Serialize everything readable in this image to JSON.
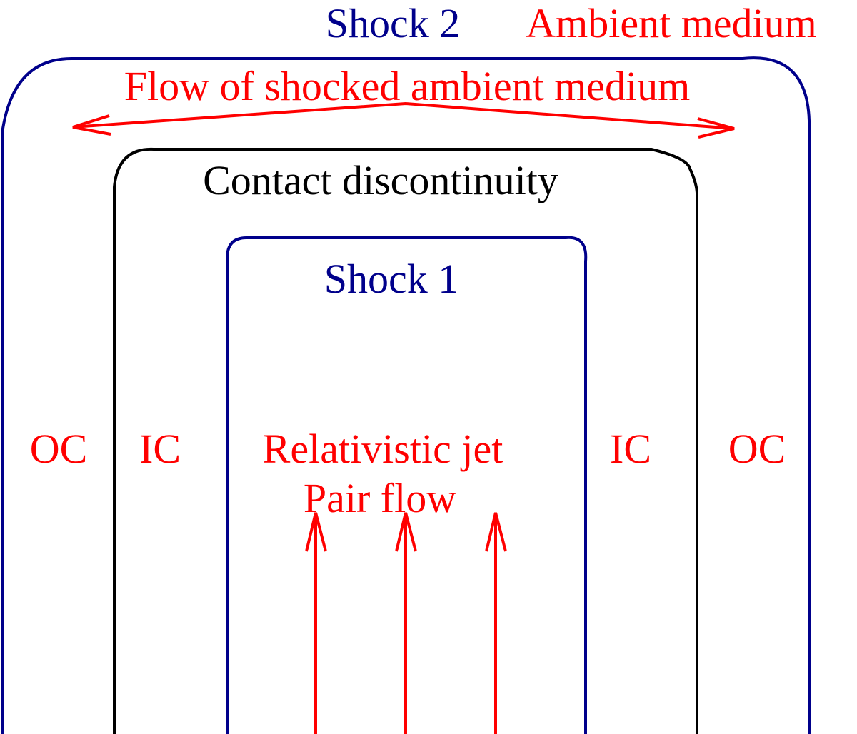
{
  "colors": {
    "shock": "#00008b",
    "contact": "#000000",
    "flow": "#ff0000"
  },
  "labels": {
    "shock2": "Shock 2",
    "ambient_medium": "Ambient medium",
    "flow_shocked_ambient": "Flow of shocked ambient medium",
    "contact_discontinuity": "Contact discontinuity",
    "shock1": "Shock 1",
    "oc_left": "OC",
    "ic_left": "IC",
    "relativistic_jet": "Relativistic jet",
    "pair_flow": "Pair flow",
    "ic_right": "IC",
    "oc_right": "OC"
  }
}
